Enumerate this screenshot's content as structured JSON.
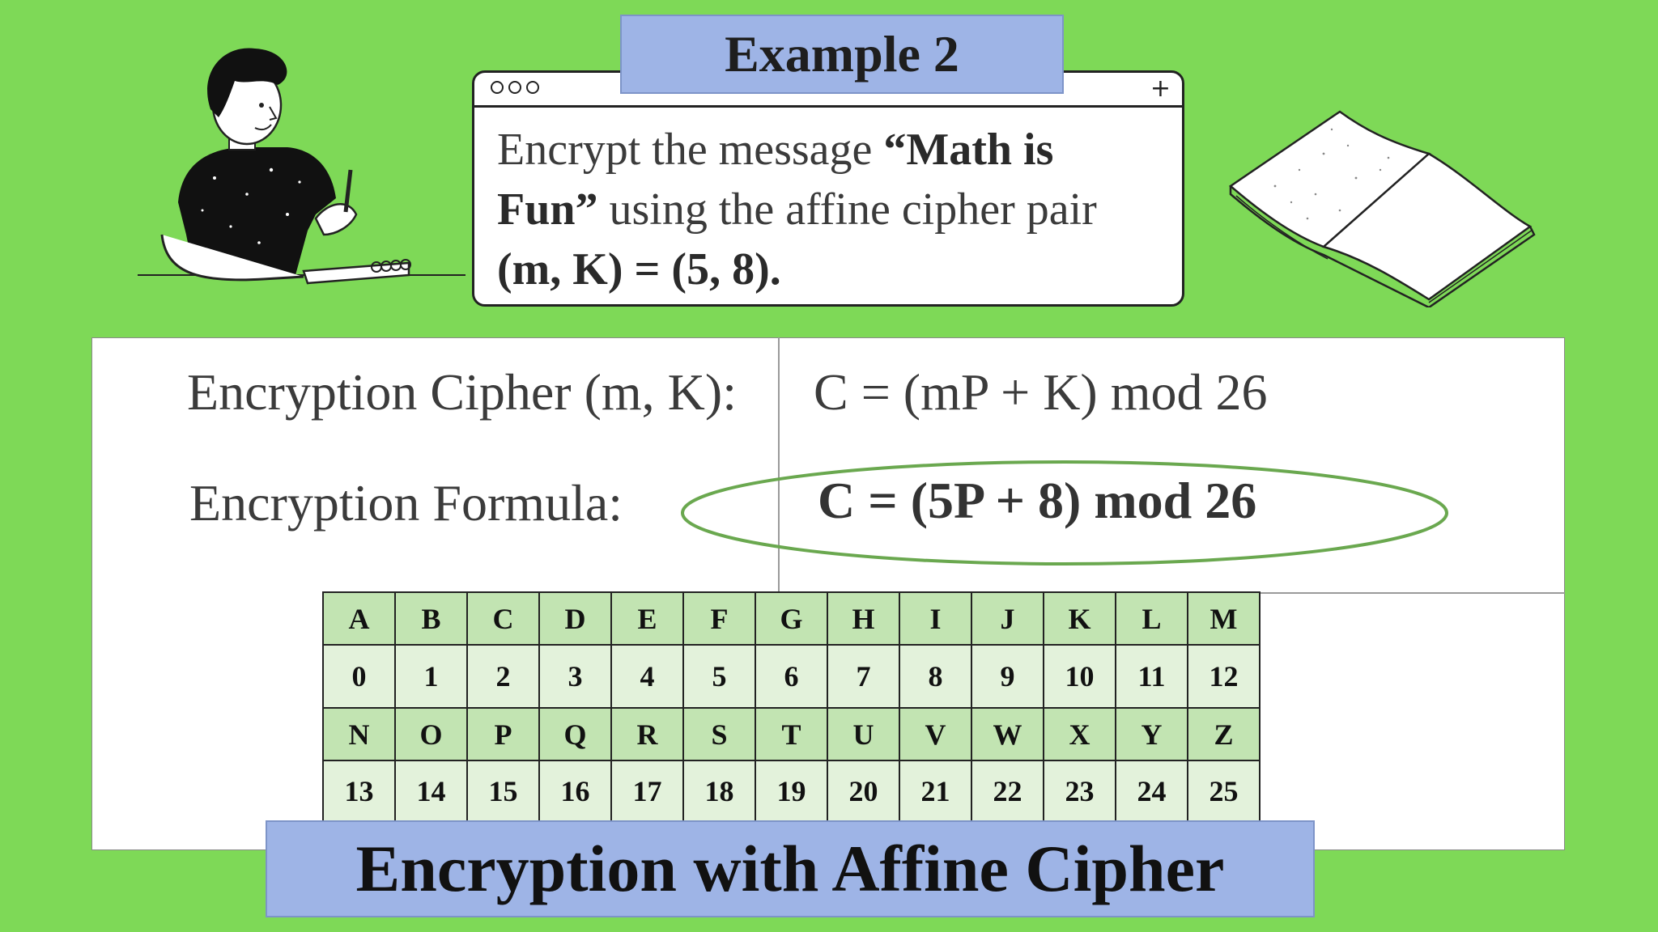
{
  "example_label": "Example 2",
  "prompt": {
    "part1": "Encrypt the message ",
    "message": "“Math is Fun”",
    "part2": " using the affine  cipher pair",
    "pair": "(m, K) = (5, 8)."
  },
  "cipher": {
    "label": "Encryption Cipher (m, K):",
    "expression": "C = (mP + K) mod 26"
  },
  "formula": {
    "label": "Encryption Formula:",
    "expression": "C = (5P + 8) mod 26"
  },
  "table": {
    "rows": [
      {
        "kind": "letters",
        "cells": [
          "A",
          "B",
          "C",
          "D",
          "E",
          "F",
          "G",
          "H",
          "I",
          "J",
          "K",
          "L",
          "M"
        ]
      },
      {
        "kind": "numbers",
        "cells": [
          "0",
          "1",
          "2",
          "3",
          "4",
          "5",
          "6",
          "7",
          "8",
          "9",
          "10",
          "11",
          "12"
        ]
      },
      {
        "kind": "letters",
        "cells": [
          "N",
          "O",
          "P",
          "Q",
          "R",
          "S",
          "T",
          "U",
          "V",
          "W",
          "X",
          "Y",
          "Z"
        ]
      },
      {
        "kind": "numbers",
        "cells": [
          "13",
          "14",
          "15",
          "16",
          "17",
          "18",
          "19",
          "20",
          "21",
          "22",
          "23",
          "24",
          "25"
        ]
      }
    ]
  },
  "banner_title": "Encryption with Affine Cipher",
  "icons": {
    "window_plus": "+",
    "colors": {
      "background": "#7ed957",
      "label_fill": "#9eb4e6",
      "ellipse": "#6aa84f"
    }
  }
}
